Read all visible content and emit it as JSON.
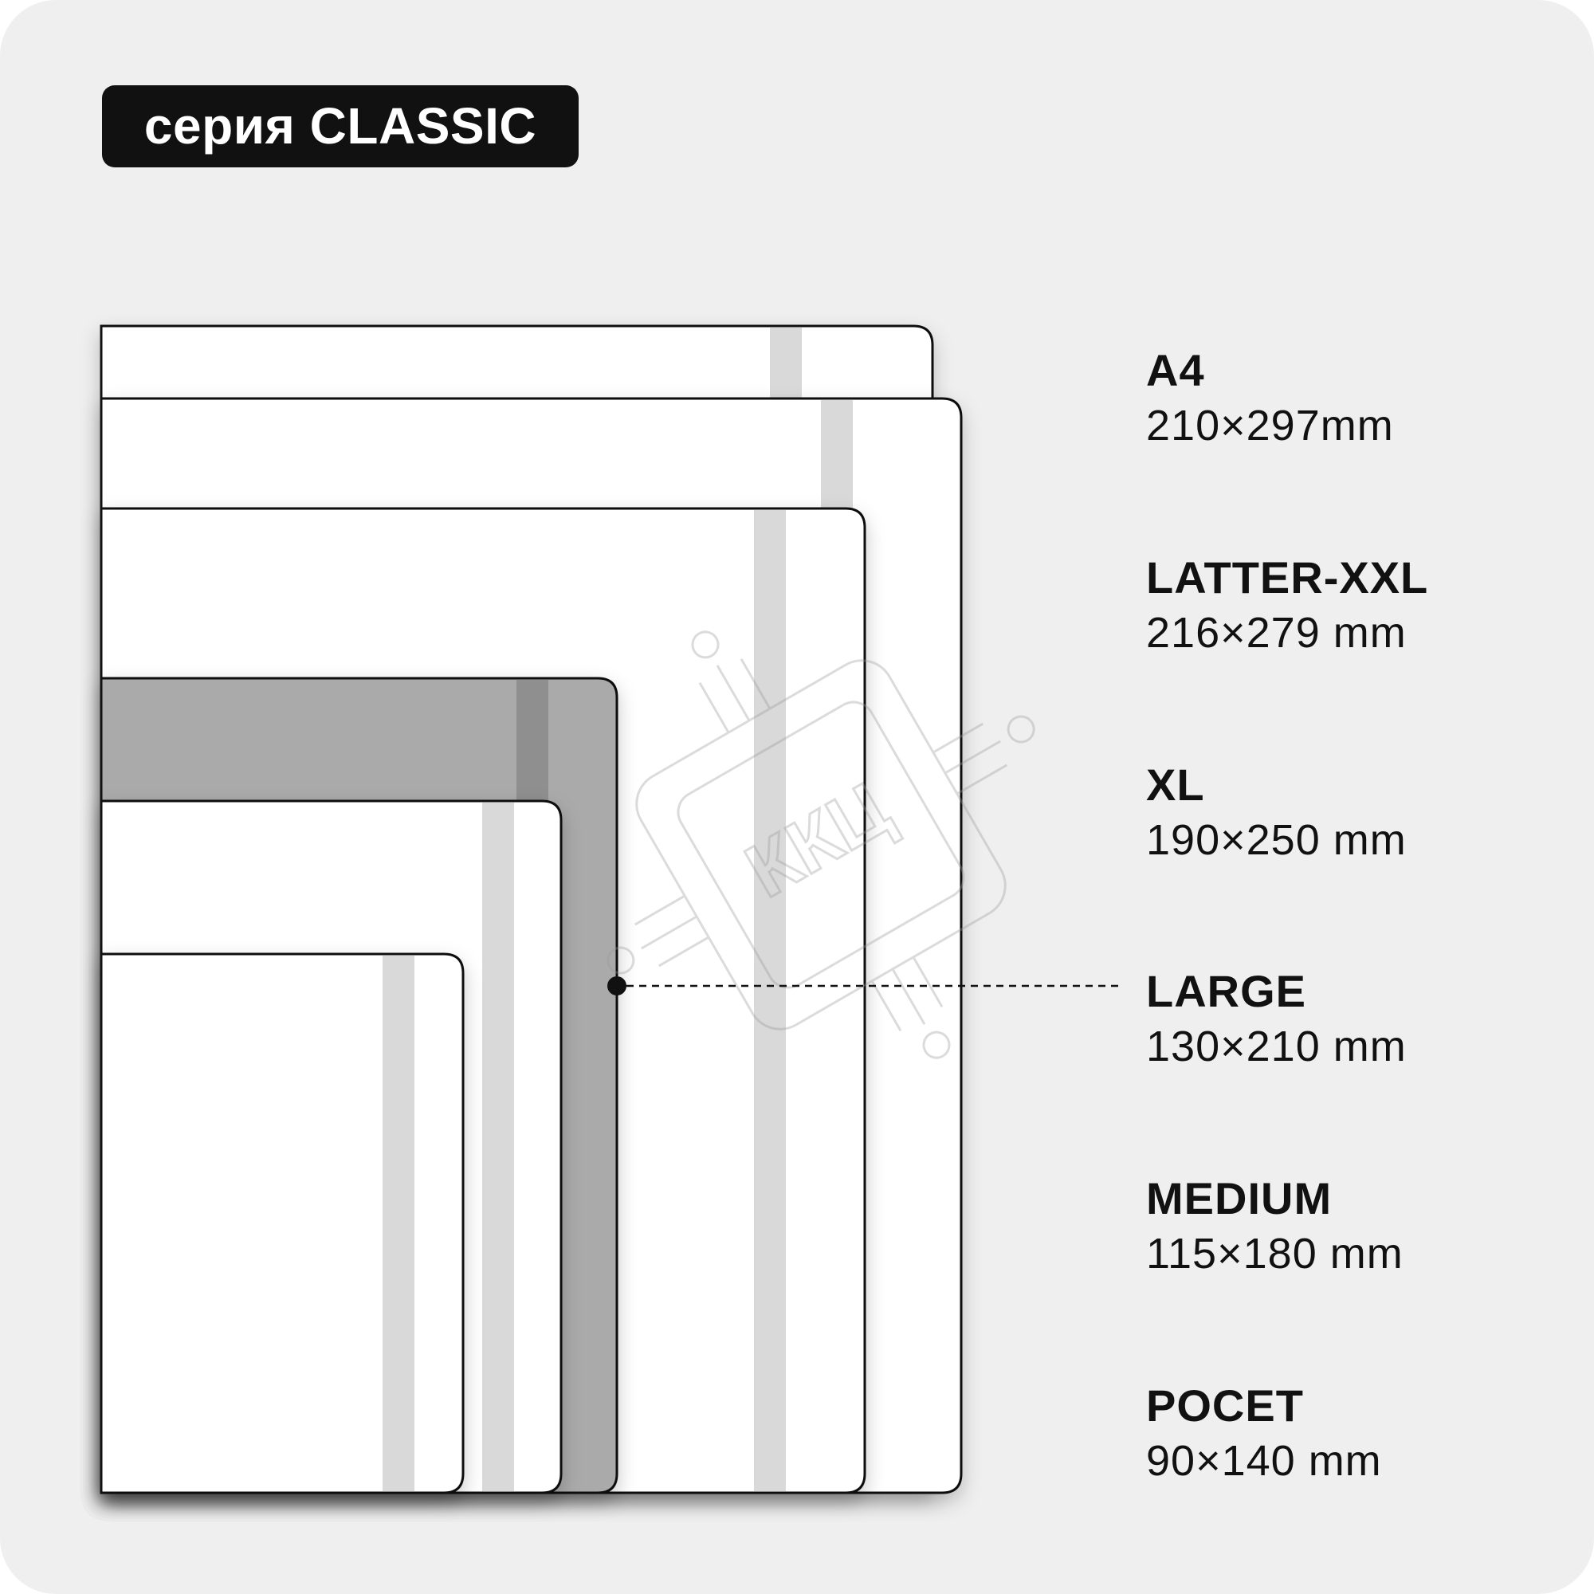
{
  "series_label": "серия CLASSIC",
  "watermark": "ККЦ",
  "colors": {
    "background": "#efefef",
    "badge": "#111111",
    "sheet": "#ffffff",
    "sheet_highlight": "#aaaaaa",
    "band": "#d9d9d9",
    "band_highlight": "#8f8f8f",
    "outline": "#111111"
  },
  "highlighted_size": "LARGE",
  "sizes": [
    {
      "name": "A4",
      "dimensions": "210×297mm"
    },
    {
      "name": "LATTER-XXL",
      "dimensions": "216×279 mm"
    },
    {
      "name": "XL",
      "dimensions": "190×250 mm"
    },
    {
      "name": "LARGE",
      "dimensions": "130×210 mm"
    },
    {
      "name": "MEDIUM",
      "dimensions": "115×180 mm"
    },
    {
      "name": "POCET",
      "dimensions": "90×140 mm"
    }
  ]
}
